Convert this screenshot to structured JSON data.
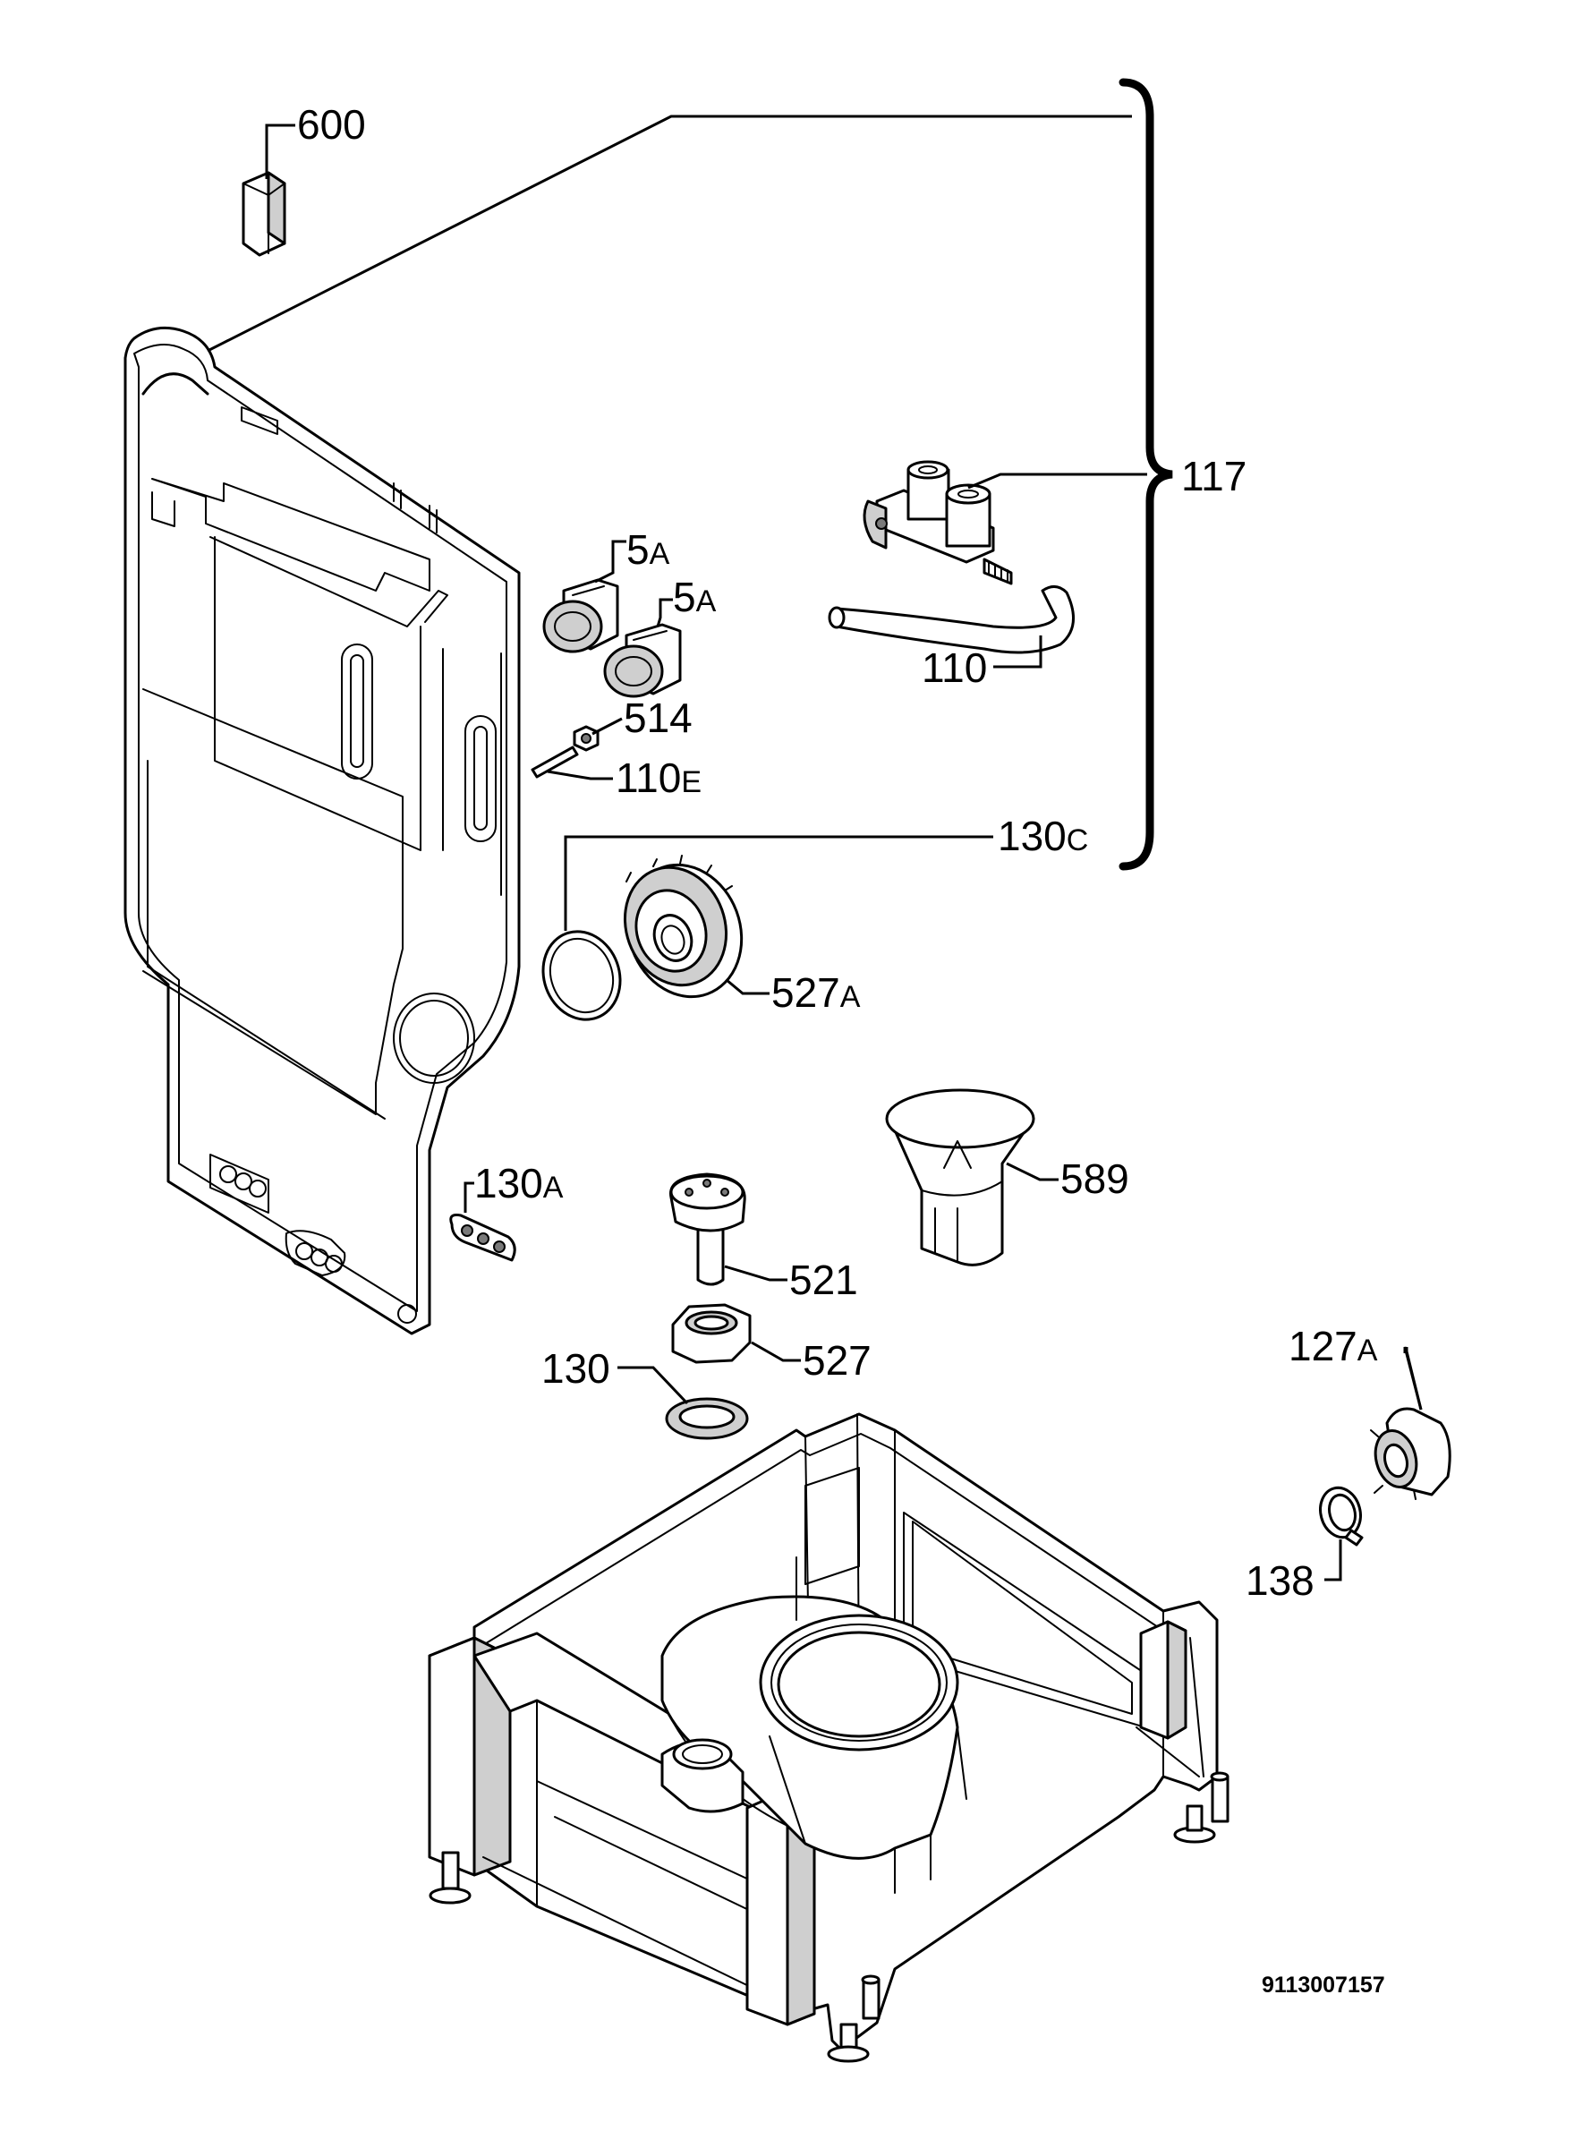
{
  "labels": {
    "p600": "600",
    "p117": "117",
    "p5a_1": {
      "num": "5",
      "suffix": "A"
    },
    "p5a_2": {
      "num": "5",
      "suffix": "A"
    },
    "p110": "110",
    "p514": "514",
    "p110e": {
      "num": "110",
      "suffix": "E"
    },
    "p130c": {
      "num": "130",
      "suffix": "C"
    },
    "p527a": {
      "num": "527",
      "suffix": "A"
    },
    "p589": "589",
    "p130a": {
      "num": "130",
      "suffix": "A"
    },
    "p521": "521",
    "p527": "527",
    "p130": "130",
    "p127a": {
      "num": "127",
      "suffix": "A"
    },
    "p138": "138"
  },
  "doc_id": "9113007157"
}
